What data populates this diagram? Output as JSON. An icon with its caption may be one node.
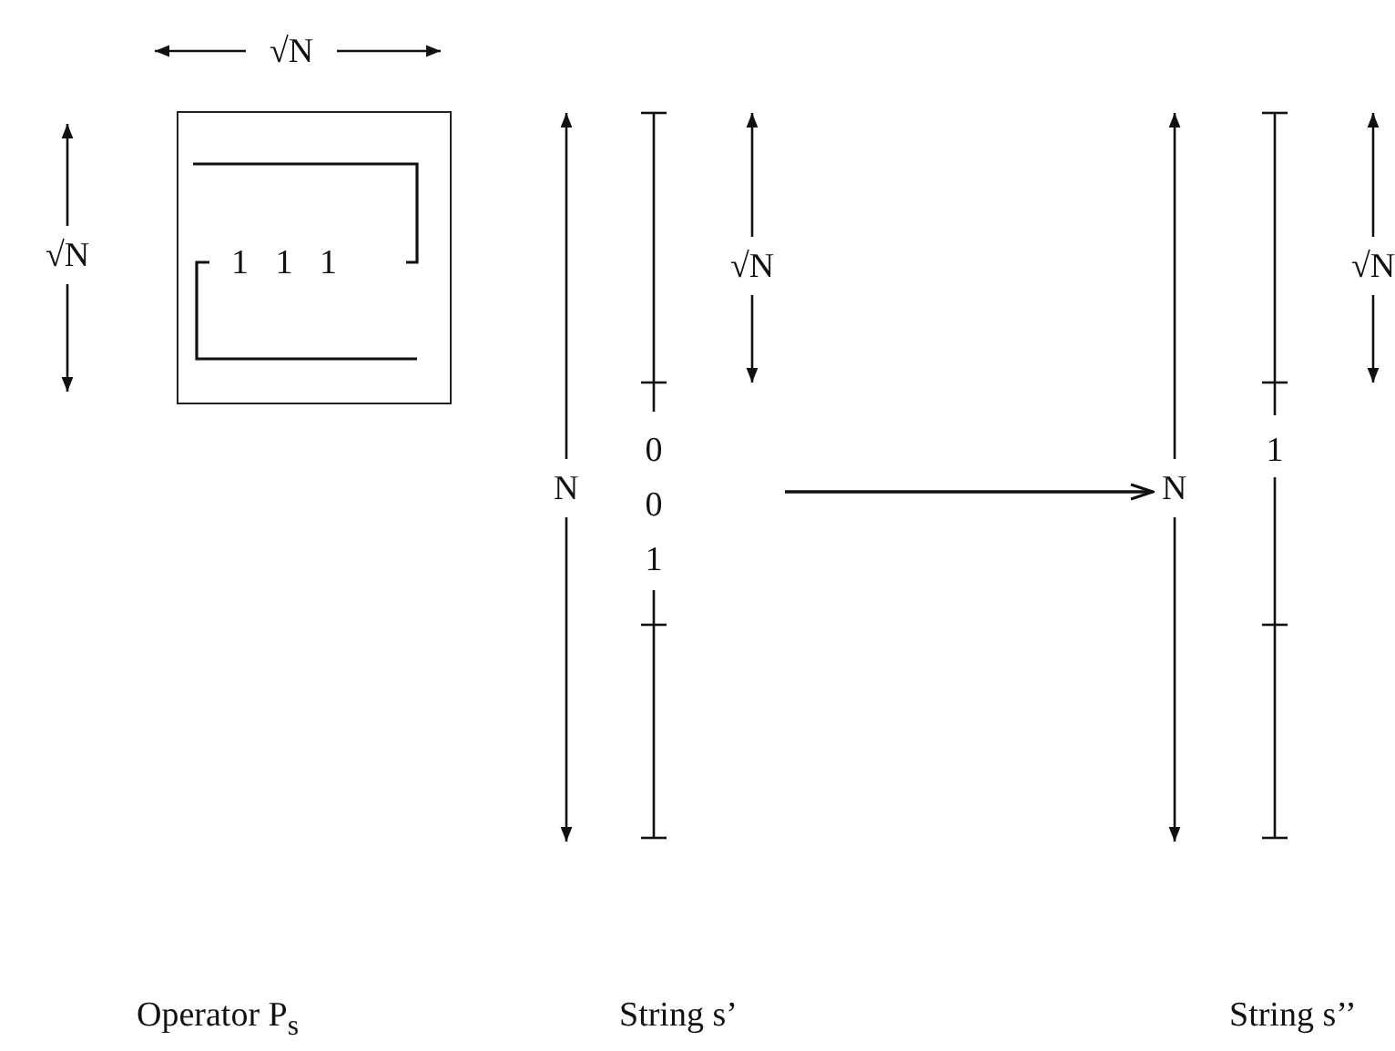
{
  "diagram": {
    "nodes": [
      {
        "text": [
          "1 1 1"
        ]
      },
      {
        "text": [
          "0 0 1"
        ]
      },
      {
        "text": [
          "1"
        ]
      }
    ],
    "edges": [
      {
        "from": 1,
        "to": 2,
        "arrow": "to"
      }
    ],
    "labels": [
      "√N",
      "√N",
      "N",
      "√N",
      "N",
      "√N",
      "Operator P$_{s}$",
      "String s’",
      "String s’’"
    ]
  }
}
